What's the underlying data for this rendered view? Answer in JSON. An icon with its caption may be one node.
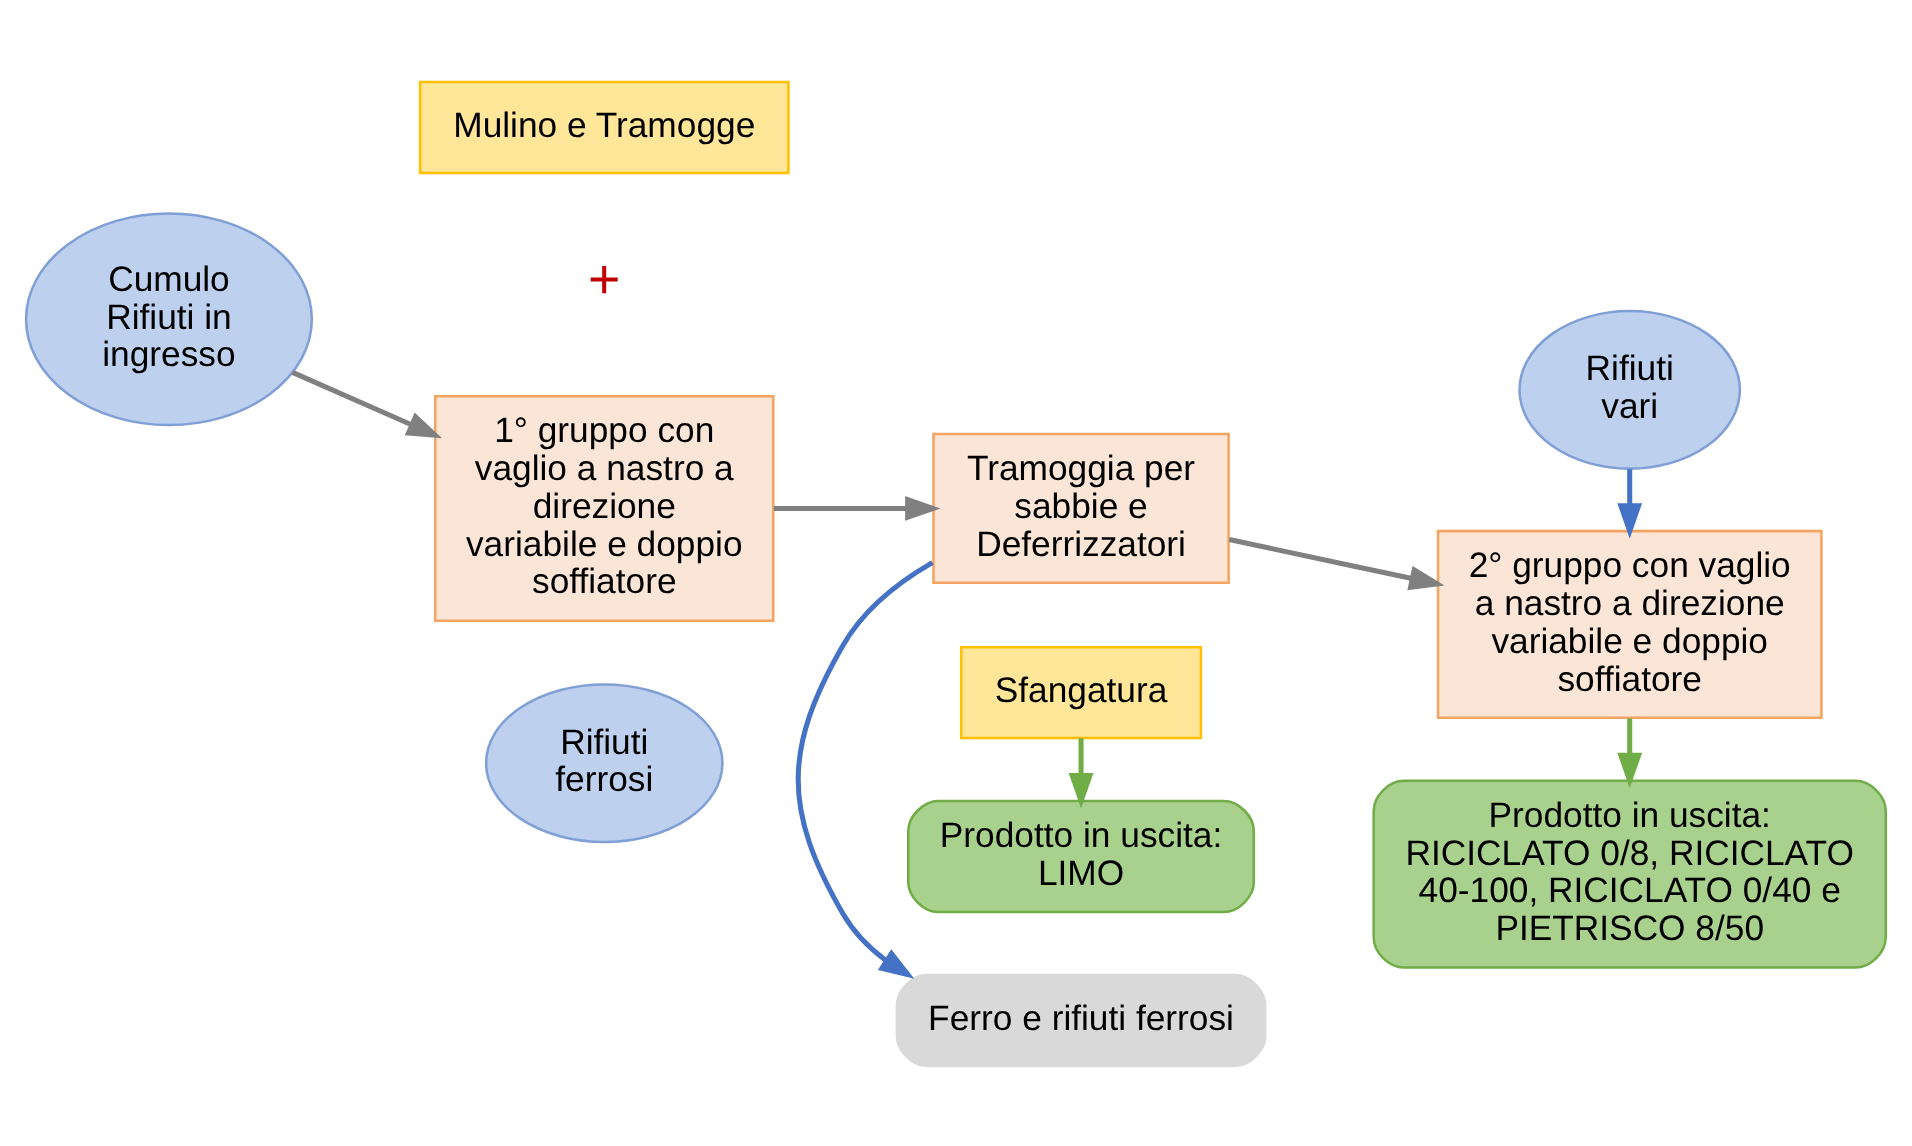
{
  "diagram": {
    "nodes": [
      {
        "text": [
          "Cumulo Rifiuti in ingresso"
        ]
      },
      {
        "text": [
          "Mulino e Tramogge"
        ]
      },
      {
        "text": [
          "1° gruppo con vaglio a nastro a direzione variabile e doppio soffiatore"
        ]
      },
      {
        "text": [
          "Rifiuti ferrosi"
        ]
      },
      {
        "text": [
          "Ferro e rifiuti ferrosi"
        ]
      },
      {
        "text": [
          "Tramoggia per sabbie e Deferrizzatori"
        ]
      },
      {
        "text": [
          "Sfangatura"
        ]
      },
      {
        "text": [
          "Prodotto in uscita: LIMO"
        ]
      },
      {
        "text": [
          "Rifiuti vari"
        ]
      },
      {
        "text": [
          "2° gruppo con vaglio a nastro a direzione variabile e doppio soffiatore"
        ]
      },
      {
        "text": [
          "Prodotto in uscita: RICICLATO 0/8, RICICLATO 40-100, RICICLATO 0/40 e PIETRISCO 8/50"
        ]
      }
    ],
    "edges": [
      {
        "from": 0,
        "to": 2,
        "arrow": "to"
      },
      {
        "from": 2,
        "to": 5,
        "arrow": "to"
      },
      {
        "from": 5,
        "to": 9,
        "arrow": "to"
      },
      {
        "from": 5,
        "to": 4,
        "arrow": "to",
        "color": "#4472c4"
      },
      {
        "from": 8,
        "to": 9,
        "arrow": "to",
        "color": "#4472c4"
      },
      {
        "from": 6,
        "to": 7,
        "arrow": "to",
        "color": "#70ad47"
      },
      {
        "from": 9,
        "to": 10,
        "arrow": "to",
        "color": "#70ad47"
      }
    ],
    "labels": [
      "+"
    ]
  }
}
